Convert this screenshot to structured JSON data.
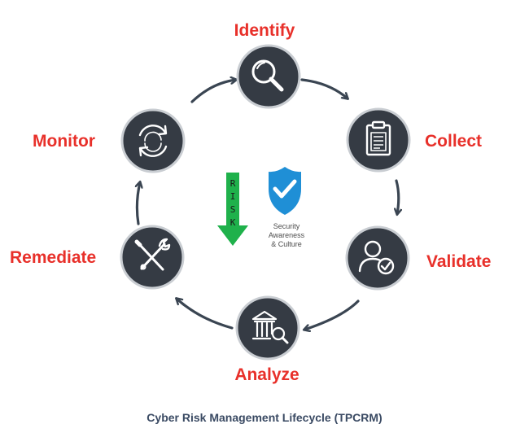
{
  "steps": [
    {
      "label": "Identify",
      "icon": "magnifier-icon"
    },
    {
      "label": "Collect",
      "icon": "clipboard-icon"
    },
    {
      "label": "Validate",
      "icon": "user-check-icon"
    },
    {
      "label": "Analyze",
      "icon": "bank-magnifier-icon"
    },
    {
      "label": "Remediate",
      "icon": "wrench-screwdriver-icon"
    },
    {
      "label": "Monitor",
      "icon": "refresh-icon"
    }
  ],
  "center": {
    "risk_letters": [
      "R",
      "I",
      "S",
      "K"
    ],
    "shield_caption_lines": [
      "Security",
      "Awareness",
      "& Culture"
    ]
  },
  "caption": "Cyber Risk Management Lifecycle (TPCRM)",
  "colors": {
    "node_fill": "#353b44",
    "node_border": "#c9cdd2",
    "label": "#e8302a",
    "arrow": "#3a4552",
    "risk_arrow": "#1fb14b",
    "shield": "#1f8fd6",
    "caption": "#3a4a63"
  }
}
